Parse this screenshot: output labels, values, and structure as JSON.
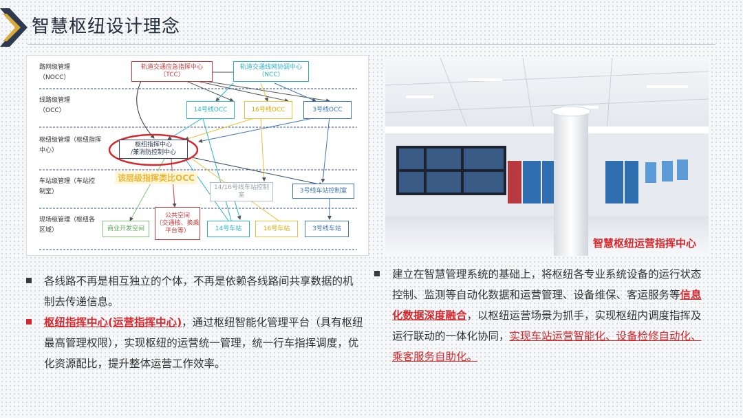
{
  "page": {
    "title": "智慧枢纽设计理念"
  },
  "diagram": {
    "levels": [
      {
        "name": "路网级管理",
        "sub": "（NOCC）"
      },
      {
        "name": "线路级管理",
        "sub": "（OCC）"
      },
      {
        "name": "枢纽级管理（枢纽指挥",
        "sub": "中心）"
      },
      {
        "name": "车站级管理（车站控",
        "sub": "制室）"
      },
      {
        "name": "现场级管理（枢纽各",
        "sub": "区域）"
      }
    ],
    "nodes": {
      "tcc": "轨道交通应急指挥中心\n（TCC）",
      "ncc": "轨道交通线网协调中心\n（NCC）",
      "occ14": "14号线OCC",
      "occ16": "16号线OCC",
      "occ3": "3号线OCC",
      "hub_center": "枢纽指挥中心\n/兼消防控制中心",
      "station_14_16": "14/16号线车站控制\n室",
      "station_3": "3号线车站控制室",
      "commercial": "商业开发空间",
      "public": "公共空间\n（交通核、换乘\n平台等）",
      "s14": "14号车站",
      "s16": "16号车站",
      "s3": "3号线车站"
    },
    "callout": "该层级指挥类比OCC"
  },
  "photo": {
    "caption": "智慧枢纽运营指挥中心"
  },
  "left_bullets": {
    "b1": "各线路不再是相互独立的个体，不再是依赖各线路间共享数据的机制去传递信息。",
    "b2_highlight": "枢纽指挥中心(运营指挥中心)",
    "b2_rest": "，通过枢纽智能化管理平台（具有枢纽最高管理权限），实现枢纽的运营统一管理，统一行车指挥调度，优化资源配比，提升整体运营工作效率。"
  },
  "right_bullet": {
    "p1": "建立在智慧管理系统的基础上，将枢纽各专业系统设备的运行状态控制、监测等自动化数据和运营管理、设备维保、客运服务等",
    "p2_highlight": "信息化数据深度融合",
    "p3": "，以枢纽运营场景为抓手，实现枢纽内调度指挥及运行联动的一体化协同，",
    "p4_underline": "实现车站运营智能化、设备检修自动化、乘客服务自助化。"
  },
  "colors": {
    "accent_red": "#d4282c",
    "gold": "#e8b73a"
  }
}
